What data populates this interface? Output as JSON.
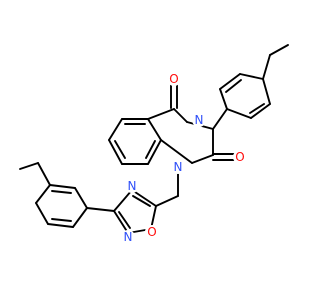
{
  "atoms": {
    "o_upper": {
      "text": "O",
      "color": "#ff0d0d"
    },
    "o_right": {
      "text": "O",
      "color": "#ff0d0d"
    },
    "n3": {
      "text": "N",
      "color": "#3050f8"
    },
    "n1": {
      "text": "N",
      "color": "#3050f8"
    },
    "n_ox_top": {
      "text": "N",
      "color": "#3050f8"
    },
    "n_ox_bot": {
      "text": "N",
      "color": "#3050f8"
    },
    "o_ox": {
      "text": "O",
      "color": "#ff0d0d"
    }
  },
  "colors": {
    "bond": "#000000",
    "nitrogen": "#3050f8",
    "oxygen": "#ff0d0d",
    "background": "#ffffff"
  }
}
